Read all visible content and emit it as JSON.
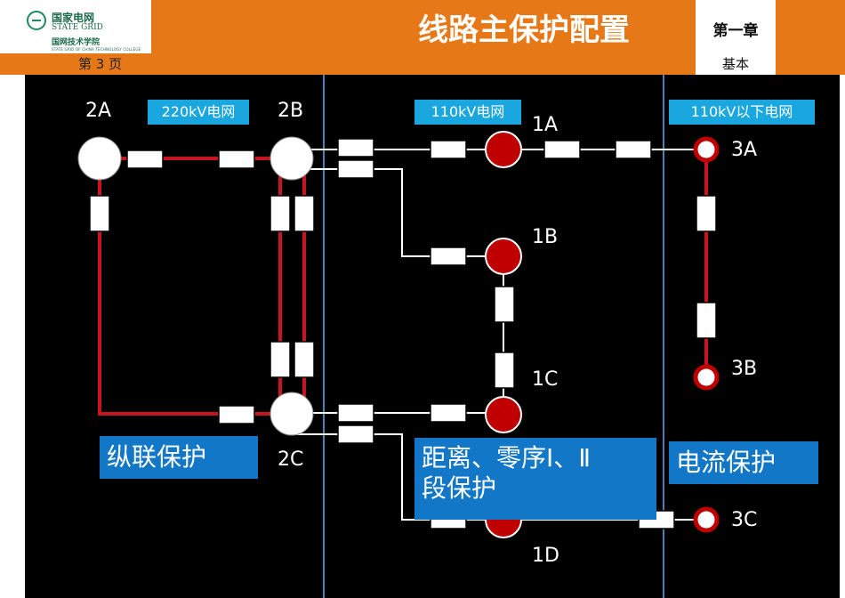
{
  "header": {
    "logo_cn": "国家电网",
    "logo_en": "STATE GRID",
    "logo_college": "国网技术学院",
    "logo_college_en": "STATE GRID OF CHINA TECHNOLOGY COLLEGE",
    "page": "第 3 页",
    "title": "线路主保护配置",
    "chapter": "第一章",
    "subtitle_line1": "基本",
    "subtitle_line2": "介绍"
  },
  "zones": {
    "z220": "220kV电网",
    "z110": "110kV电网",
    "zlow": "110kV以下电网"
  },
  "nodes": {
    "n2A": "2A",
    "n2B": "2B",
    "n2C": "2C",
    "n1A": "1A",
    "n1B": "1B",
    "n1C": "1C",
    "n1D": "1D",
    "n3A": "3A",
    "n3B": "3B",
    "n3C": "3C"
  },
  "protection": {
    "pilot": "纵联保护",
    "distance_line1": "距离、零序Ⅰ、Ⅱ",
    "distance_line2": "段保护",
    "current": "电流保护"
  },
  "colors": {
    "orange": "#e67817",
    "blue_zone": "#1aa7e0",
    "blue_label": "#1277c7",
    "red_line": "#c8141e",
    "node_red": "#c00000"
  }
}
